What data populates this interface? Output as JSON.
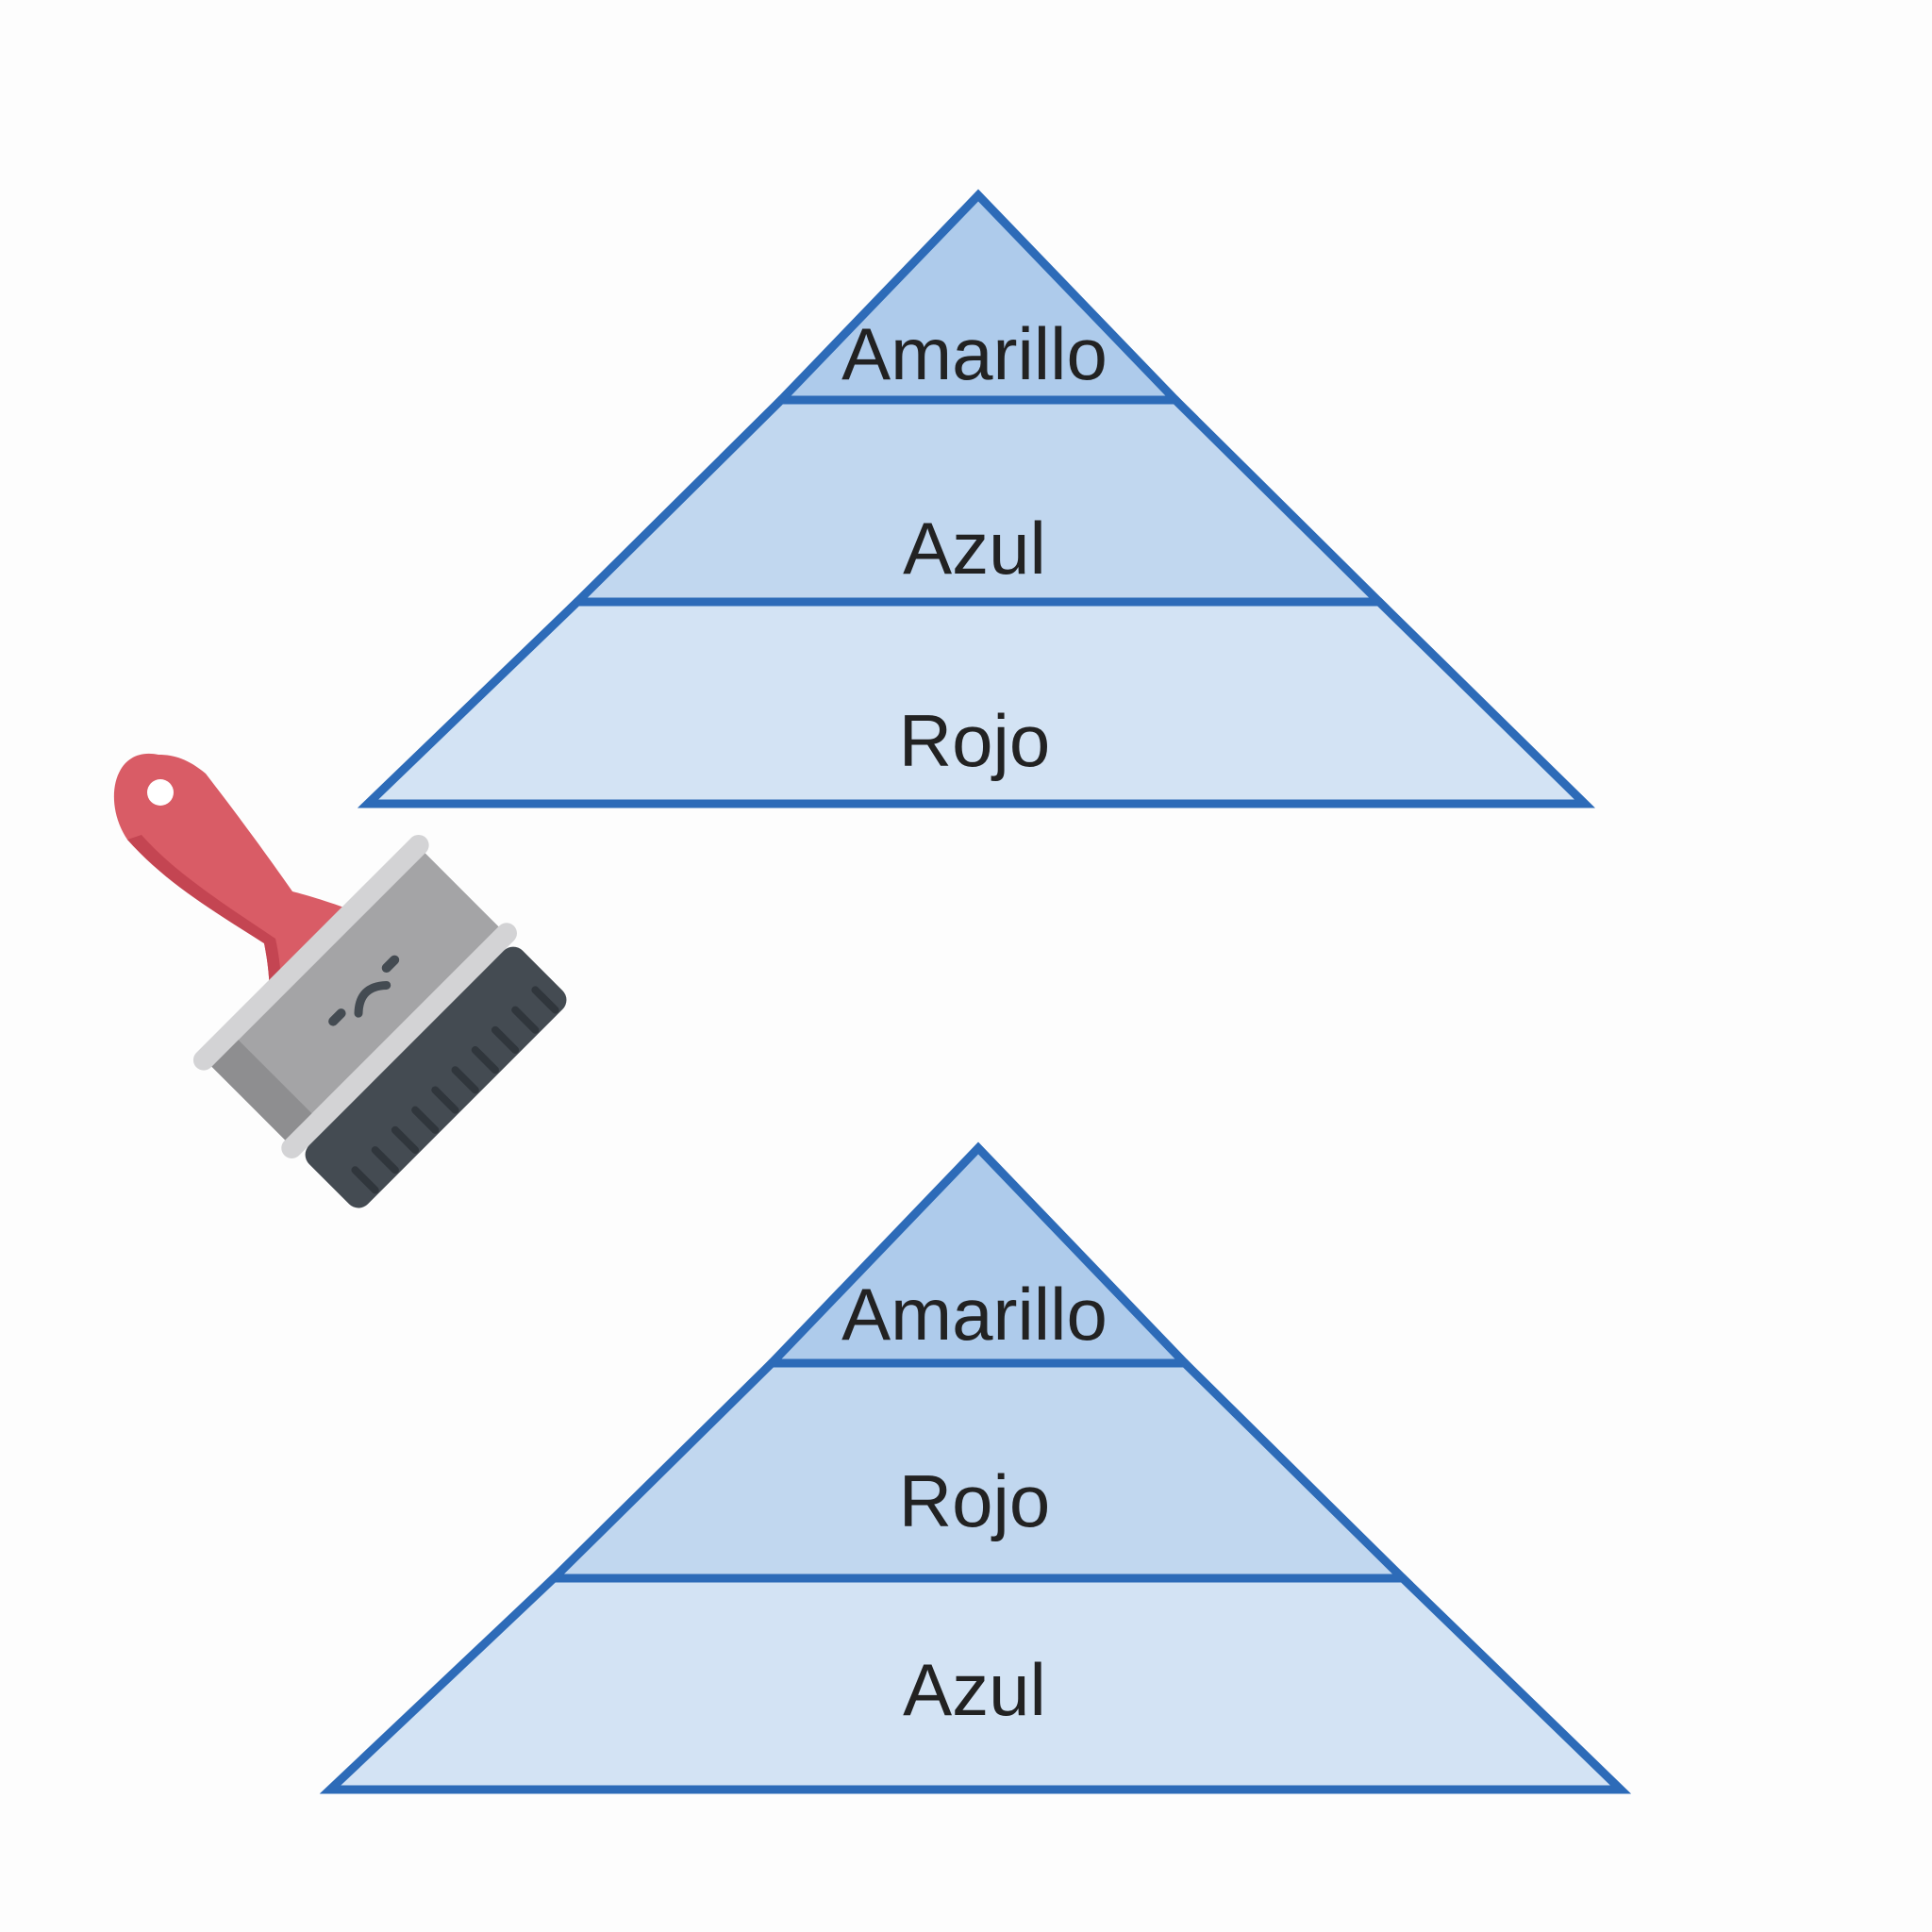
{
  "colors": {
    "background": "#fdfdfd",
    "outline": "#2d6bb8",
    "tier_top": "#aecbeb",
    "tier_middle": "#c1d7ef",
    "tier_bottom": "#d3e3f4",
    "label_text": "#222222",
    "brush_handle": "#d95c66",
    "brush_handle_shadow": "#c44552",
    "brush_ferrule": "#a4a4a6",
    "brush_ferrule_light": "#d3d3d5",
    "brush_bristles": "#444b52"
  },
  "pyramids": [
    {
      "tiers": [
        {
          "label": "Amarillo",
          "fill": "#aecbeb"
        },
        {
          "label": "Azul",
          "fill": "#c1d7ef"
        },
        {
          "label": "Rojo",
          "fill": "#d3e3f4"
        }
      ]
    },
    {
      "tiers": [
        {
          "label": "Amarillo",
          "fill": "#aecbeb"
        },
        {
          "label": "Rojo",
          "fill": "#c1d7ef"
        },
        {
          "label": "Azul",
          "fill": "#d3e3f4"
        }
      ]
    }
  ],
  "illustration": {
    "icon": "paintbrush-icon"
  }
}
